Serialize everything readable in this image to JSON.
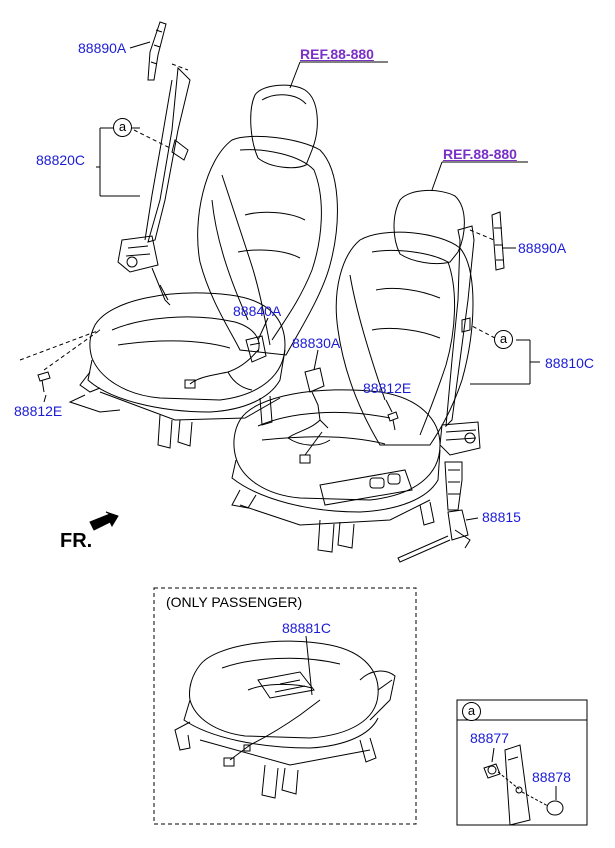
{
  "labels": {
    "p88890A_left": "88890A",
    "p88820C": "88820C",
    "p88840A": "88840A",
    "p88830A": "88830A",
    "p88812E_left": "88812E",
    "p88812E_right": "88812E",
    "p88890A_right": "88890A",
    "p88810C": "88810C",
    "p88815": "88815",
    "p88881C": "88881C",
    "p88877": "88877",
    "p88878": "88878"
  },
  "refs": {
    "left": "REF.88-880",
    "right": "REF.88-880"
  },
  "callouts": {
    "a_left": "a",
    "a_right": "a",
    "a_detail": "a"
  },
  "direction": {
    "label": "FR."
  },
  "inset": {
    "title": "(ONLY PASSENGER)"
  },
  "colors": {
    "part_label": "#1b1bd6",
    "reference_label": "#7a2fc7",
    "line_art": "#000000"
  }
}
